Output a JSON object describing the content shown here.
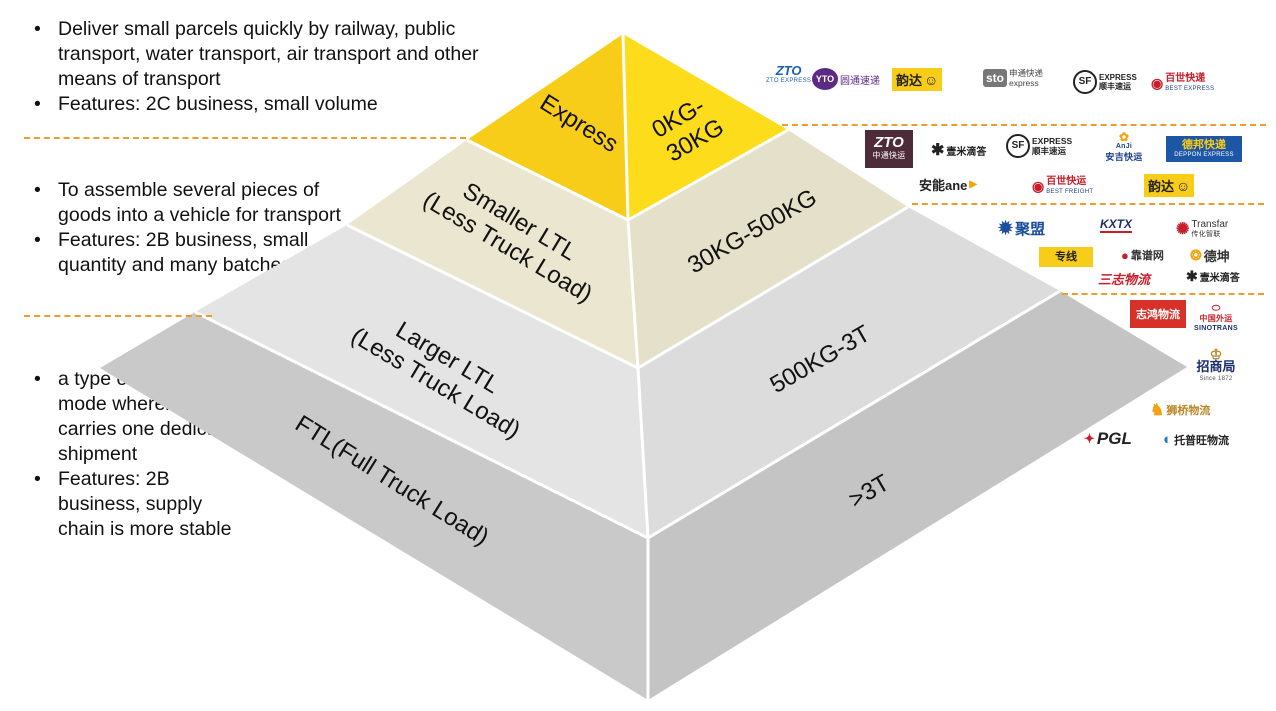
{
  "left_notes": {
    "express": [
      "Deliver small parcels quickly by railway, public transport, water transport, air transport and other means of transport",
      "Features: 2C business, small volume"
    ],
    "ltl": [
      "To assemble several pieces of goods into a vehicle for transport",
      "Features: 2B business, small quantity and many batches"
    ],
    "ftl": [
      "a type of shipping mode whereby a truck carries one dedicated shipment",
      "Features: 2B business, supply chain is more stable"
    ]
  },
  "pyramid": {
    "tiers": [
      {
        "left_label": "Express",
        "right_label": [
          "0KG-",
          "30KG"
        ]
      },
      {
        "left_label": [
          "Smaller LTL",
          "(Less Truck Load)"
        ],
        "right_label": "30KG-500KG"
      },
      {
        "left_label": [
          "Larger LTL",
          "(Less Truck Load)"
        ],
        "right_label": "500KG-3T"
      },
      {
        "left_label": "FTL(Full Truck Load)",
        "right_label": ">3T"
      }
    ]
  },
  "logos": {
    "express": [
      {
        "text": "ZTO",
        "sub": "ZTO EXPRESS"
      },
      {
        "text": "YTO",
        "sub": "圆通速递"
      },
      {
        "text": "韵达"
      },
      {
        "text": "sto",
        "sub": "申通快递 express"
      },
      {
        "text": "SF",
        "sub": "EXPRESS 顺丰速运"
      },
      {
        "text": "百世快递",
        "sub": "BEST EXPRESS"
      }
    ],
    "small_ltl": [
      {
        "text": "ZTO",
        "sub": "中通快运"
      },
      {
        "text": "壹米滴答"
      },
      {
        "text": "SF",
        "sub": "EXPRESS 顺丰速运"
      },
      {
        "text": "AnJi",
        "sub": "安吉快运"
      },
      {
        "text": "德邦快递",
        "sub": "DEPPON EXPRESS"
      },
      {
        "text": "安能ane"
      },
      {
        "text": "百世快运",
        "sub": "BEST FREIGHT"
      },
      {
        "text": "韵达"
      }
    ],
    "large_ltl": [
      {
        "text": "聚盟"
      },
      {
        "text": "KXTX"
      },
      {
        "text": "Transfar",
        "sub": "传化智联"
      },
      {
        "text": "专线"
      },
      {
        "text": "靠谱网"
      },
      {
        "text": "德坤"
      },
      {
        "text": "三志物流"
      },
      {
        "text": "壹米滴答"
      }
    ],
    "ftl": [
      {
        "text": "志鸿物流"
      },
      {
        "text": "SINOTRANS",
        "sub": "中国外运"
      },
      {
        "text": "招商局",
        "sub": "Since 1872"
      },
      {
        "text": "狮桥物流"
      },
      {
        "text": "PGL"
      },
      {
        "text": "托普旺物流"
      }
    ]
  },
  "colors": {
    "express_left": "#f8cd1a",
    "express_right": "#fddc1c",
    "small_ltl_left": "#ebe6d0",
    "small_ltl_right": "#e5e0c9",
    "large_ltl_left": "#e4e4e4",
    "large_ltl_right": "#dcdcdc",
    "ftl_left": "#c9c9c9",
    "ftl_right": "#c4c4c4",
    "divider": "#ee9d2a"
  }
}
